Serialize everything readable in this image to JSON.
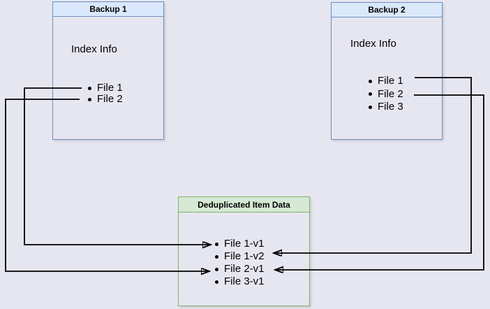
{
  "canvas": {
    "background_color": "#e6e6f0",
    "arrow_color": "#000000"
  },
  "backup1": {
    "title": "Backup 1",
    "subtitle": "Index Info",
    "items": [
      "File 1",
      "File 2"
    ],
    "header_fill": "#dae8fc",
    "border_color": "#6c8ebf"
  },
  "backup2": {
    "title": "Backup 2",
    "subtitle": "Index Info",
    "items": [
      "File 1",
      "File 2",
      "File 3"
    ],
    "header_fill": "#dae8fc",
    "border_color": "#6c8ebf"
  },
  "dedup": {
    "title": "Deduplicated Item Data",
    "items": [
      "File 1-v1",
      "File 1-v2",
      "File 2-v1",
      "File 3-v1"
    ],
    "header_fill": "#d5e8d4",
    "border_color": "#82b366"
  },
  "connections": [
    {
      "from": "Backup 1 / File 1",
      "to": "File 1-v1"
    },
    {
      "from": "Backup 1 / File 2",
      "to": "File 2-v1"
    },
    {
      "from": "Backup 2 / File 1",
      "to": "File 1-v2"
    },
    {
      "from": "Backup 2 / File 2",
      "to": "File 2-v1"
    }
  ]
}
